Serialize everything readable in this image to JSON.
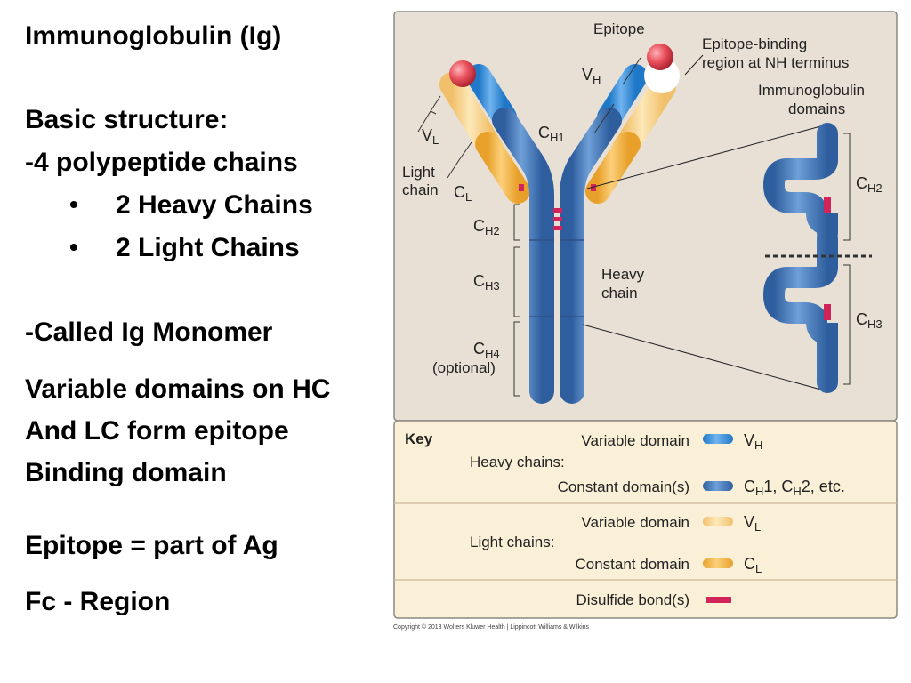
{
  "slide": {
    "title": "Immunoglobulin (Ig)",
    "basic_structure": "Basic structure:",
    "chains": "-4 polypeptide chains",
    "bullets": [
      "2 Heavy Chains",
      "2 Light Chains"
    ],
    "monomer": "-Called Ig Monomer",
    "variable_lines": [
      "Variable domains on HC",
      "And LC form epitope",
      "Binding domain"
    ],
    "epitope_def": "Epitope = part of Ag",
    "fc_region": "Fc - Region"
  },
  "figure": {
    "labels": {
      "epitope": "Epitope",
      "epitope_binding_1": "Epitope-binding",
      "epitope_binding_2": "region at NH terminus",
      "ig_domains_1": "Immunoglobulin",
      "ig_domains_2": "domains",
      "vh": "V",
      "vh_sub": "H",
      "vl": "V",
      "vl_sub": "L",
      "ch1": "C",
      "ch1_sub": "H1",
      "light_chain_1": "Light",
      "light_chain_2": "chain",
      "cl": "C",
      "cl_sub": "L",
      "ch2": "C",
      "ch2_sub": "H2",
      "ch3": "C",
      "ch3_sub": "H3",
      "ch4": "C",
      "ch4_sub": "H4",
      "optional": "(optional)",
      "heavy_chain_1": "Heavy",
      "heavy_chain_2": "chain",
      "inset_ch2": "C",
      "inset_ch2_sub": "H2",
      "inset_ch3": "C",
      "inset_ch3_sub": "H3"
    },
    "key": {
      "title": "Key",
      "heavy_variable": "Variable domain",
      "heavy_chains": "Heavy chains:",
      "heavy_constant": "Constant domain(s)",
      "light_variable": "Variable domain",
      "light_chains": "Light chains:",
      "light_constant": "Constant domain",
      "disulfide": "Disulfide bond(s)",
      "vh_main": "V",
      "vh_sub": "H",
      "ch_text_1": "C",
      "ch_text_1_sub": "H",
      "ch_text_2": "1, C",
      "ch_text_2_sub": "H",
      "ch_text_3": "2, etc.",
      "vl_main": "V",
      "vl_sub": "L",
      "cl_main": "C",
      "cl_sub": "L"
    },
    "copyright": "Copyright © 2013 Wolters Kluwer Health | Lippincott Williams & Wilkins",
    "colors": {
      "heavy_variable": "#3b8fd6",
      "heavy_constant": "#4a77b8",
      "light_variable": "#f9d18a",
      "light_constant": "#f3b13c",
      "disulfide": "#d0245a",
      "panel_bg": "#e8e0d5",
      "key_bg": "#faf0d8",
      "epitope": "#e0505a"
    }
  }
}
